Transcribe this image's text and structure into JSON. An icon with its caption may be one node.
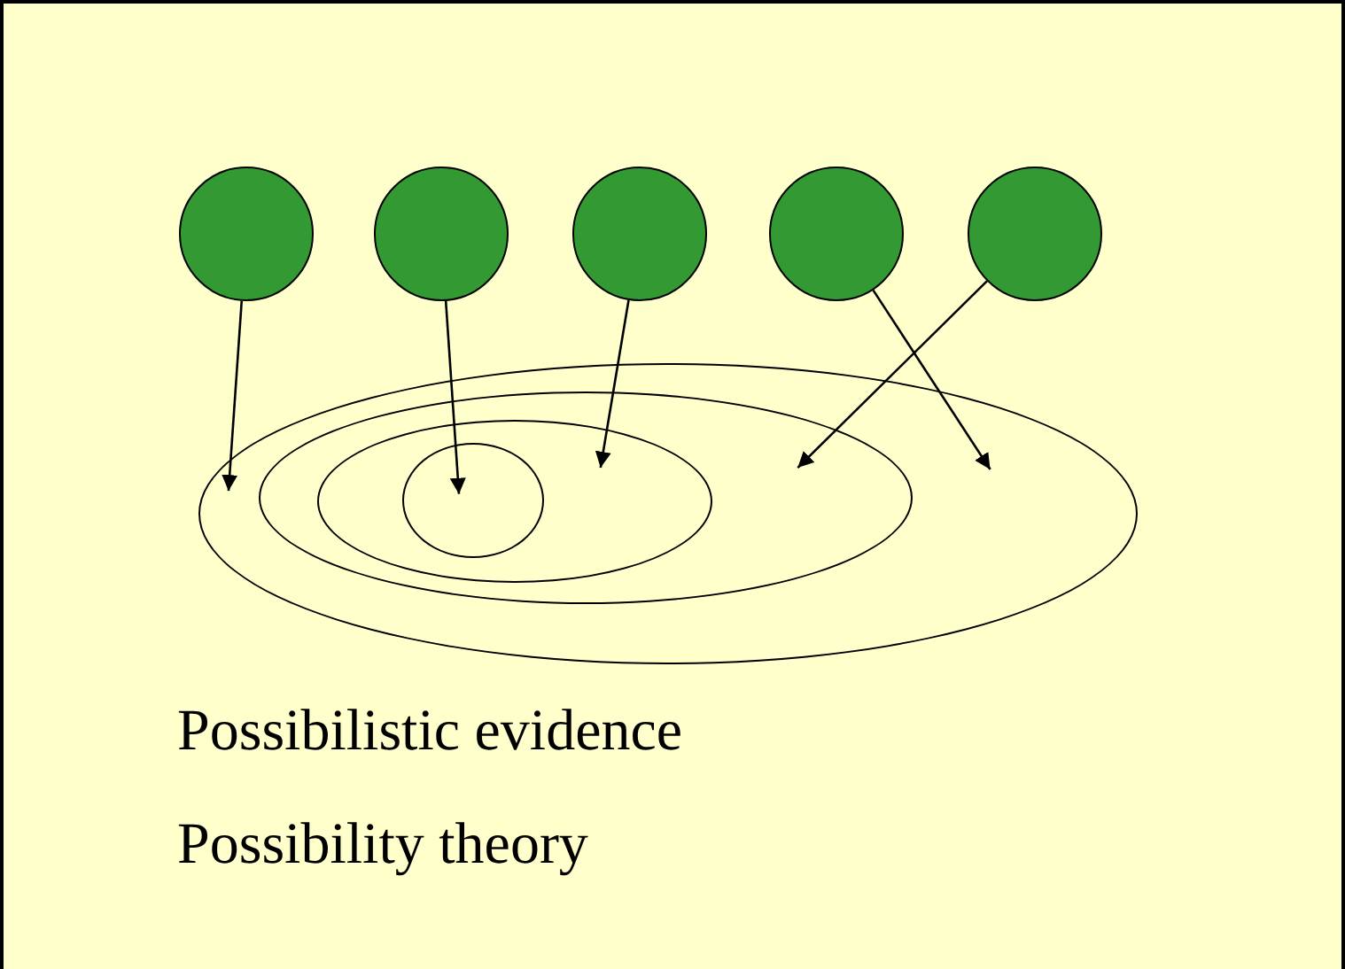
{
  "diagram": {
    "nodes": [
      {
        "text": [],
        "shape": "circle"
      },
      {
        "text": [],
        "shape": "circle"
      },
      {
        "text": [],
        "shape": "circle"
      },
      {
        "text": [],
        "shape": "circle"
      },
      {
        "text": [],
        "shape": "circle"
      },
      {
        "text": [],
        "shape": "ellipse"
      },
      {
        "text": [],
        "shape": "ellipse",
        "in": 5
      },
      {
        "text": [],
        "shape": "ellipse",
        "in": 6
      },
      {
        "text": [],
        "shape": "ellipse",
        "in": 7
      }
    ],
    "edges": [
      {
        "from": 0,
        "to": 5,
        "arrow": "to"
      },
      {
        "from": 1,
        "to": 8,
        "arrow": "to"
      },
      {
        "from": 2,
        "to": 7,
        "arrow": "to"
      },
      {
        "from": 3,
        "to": 5,
        "arrow": "to"
      },
      {
        "from": 4,
        "to": 6,
        "arrow": "to"
      }
    ],
    "labels": [
      "Possibilistic evidence",
      "Possibility theory"
    ]
  }
}
